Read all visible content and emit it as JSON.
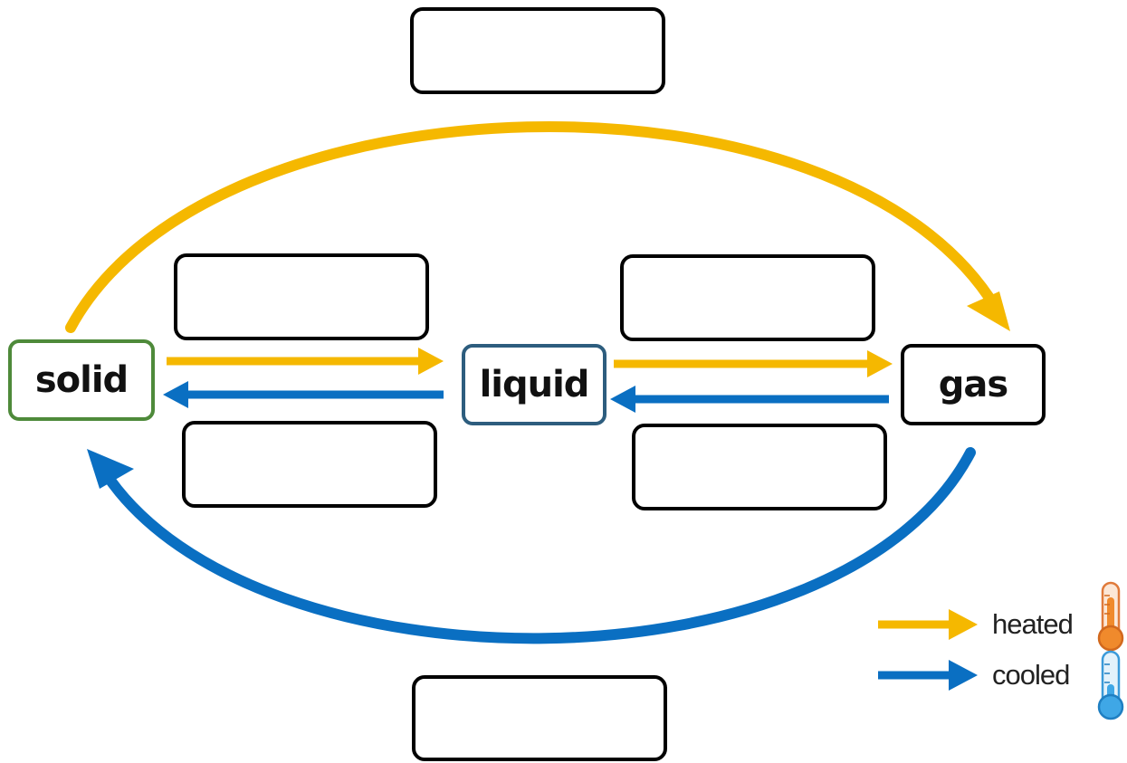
{
  "states": {
    "solid": "solid",
    "liquid": "liquid",
    "gas": "gas"
  },
  "colors": {
    "heated": "#F5B800",
    "cooled": "#0A6FC2",
    "solid_border": "#4E8A3A",
    "liquid_border": "#2D5D7E",
    "gas_border": "#000000"
  },
  "legend": {
    "heated_label": "heated",
    "cooled_label": "cooled",
    "heated_icon": "thermometer-hot-icon",
    "cooled_icon": "thermometer-cold-icon"
  },
  "answer_boxes": {
    "top": "",
    "solid_to_liquid": "",
    "liquid_to_solid": "",
    "liquid_to_gas": "",
    "gas_to_liquid": "",
    "bottom": ""
  }
}
